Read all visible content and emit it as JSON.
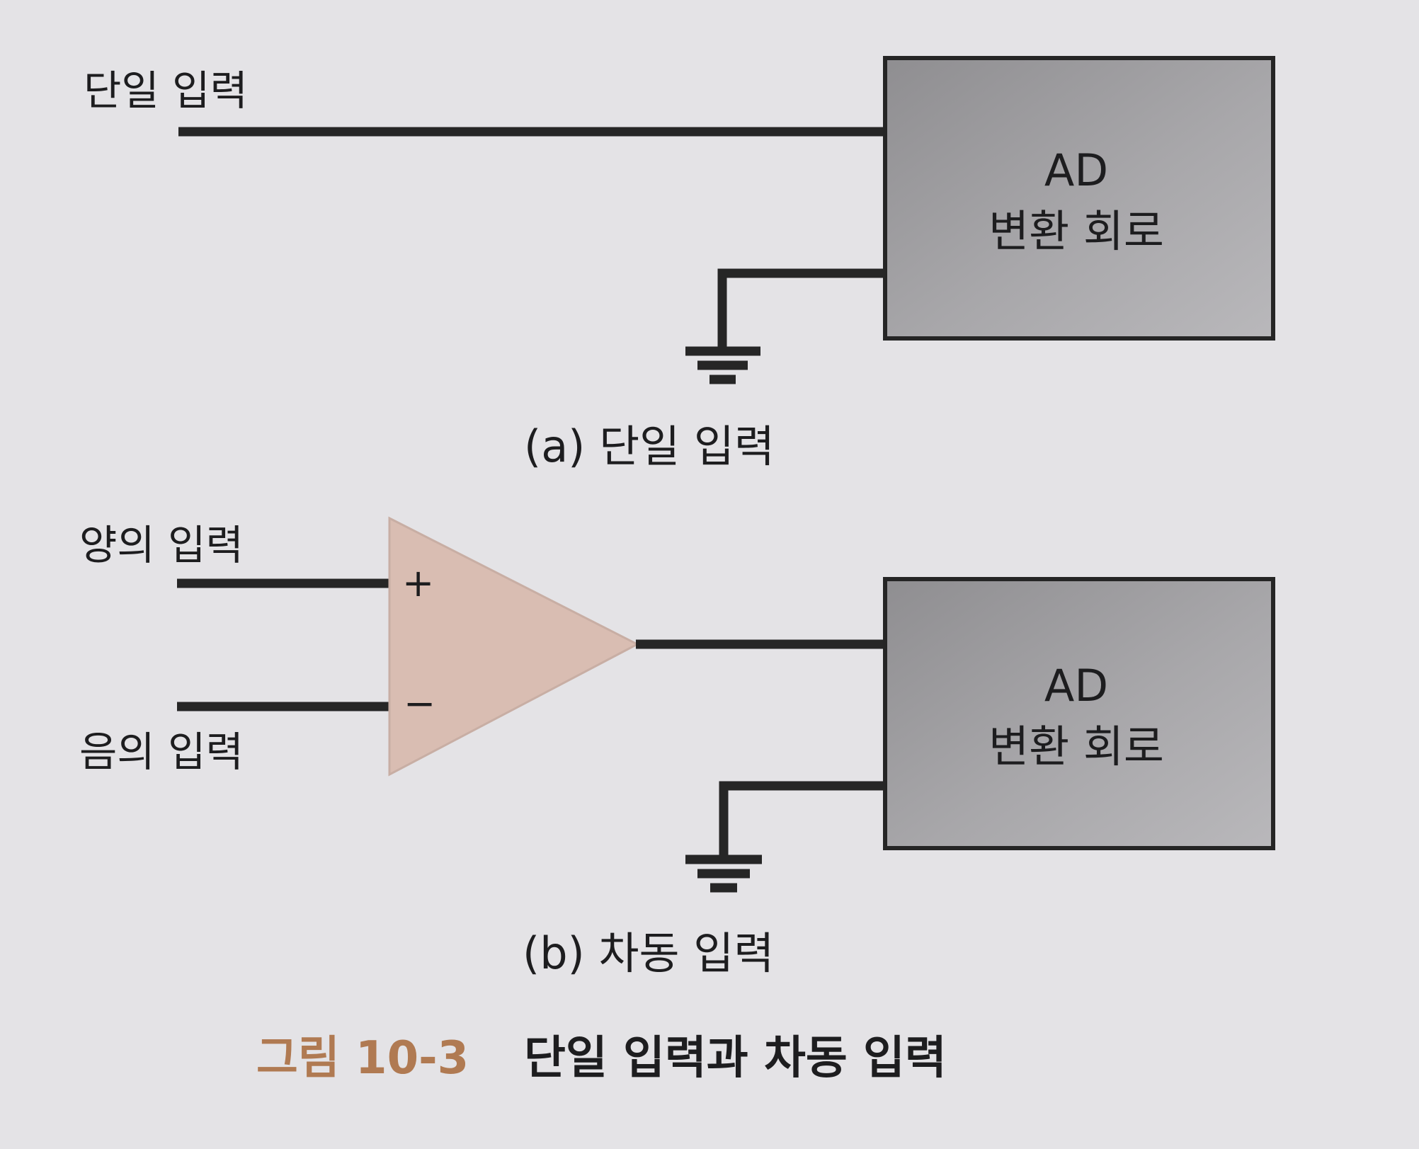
{
  "diagram_a": {
    "input_label": "단일 입력",
    "block": {
      "line1": "AD",
      "line2": "변환 회로"
    },
    "caption": "(a) 단일 입력"
  },
  "diagram_b": {
    "positive_label": "양의 입력",
    "negative_label": "음의 입력",
    "plus_sign": "+",
    "minus_sign": "−",
    "block": {
      "line1": "AD",
      "line2": "변환 회로"
    },
    "caption": "(b) 차동 입력"
  },
  "figure": {
    "number": "그림 10-3",
    "title": "단일 입력과 차동 입력"
  },
  "colors": {
    "background": "#e4e3e6",
    "block_fill": "#a3a2a5",
    "block_edge": "#252525",
    "amplifier_fill": "#d9bdb2",
    "figure_number": "#b07a52",
    "wire": "#262626"
  }
}
